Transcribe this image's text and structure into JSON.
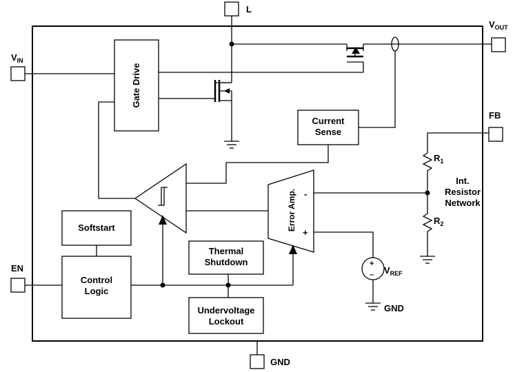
{
  "pins": {
    "l": "L",
    "vout_main": "V",
    "vout_sub": "OUT",
    "vin_main": "V",
    "vin_sub": "IN",
    "fb": "FB",
    "en": "EN",
    "gnd_bottom": "GND"
  },
  "blocks": {
    "gate_drive": "Gate Drive",
    "current_sense_line1": "Current",
    "current_sense_line2": "Sense",
    "softstart": "Softstart",
    "control_logic_line1": "Control",
    "control_logic_line2": "Logic",
    "thermal_line1": "Thermal",
    "thermal_line2": "Shutdown",
    "uvlo_line1": "Undervoltage",
    "uvlo_line2": "Lockout",
    "error_amp": "Error Amp."
  },
  "components": {
    "r1_main": "R",
    "r1_sub": "1",
    "r2_main": "R",
    "r2_sub": "2",
    "network_line1": "Int.",
    "network_line2": "Resistor",
    "network_line3": "Network",
    "vref_main": "V",
    "vref_sub": "REF",
    "gnd_vref": "GND",
    "amp_minus": "-",
    "amp_plus": "+",
    "src_plus": "+",
    "src_minus": "–"
  }
}
